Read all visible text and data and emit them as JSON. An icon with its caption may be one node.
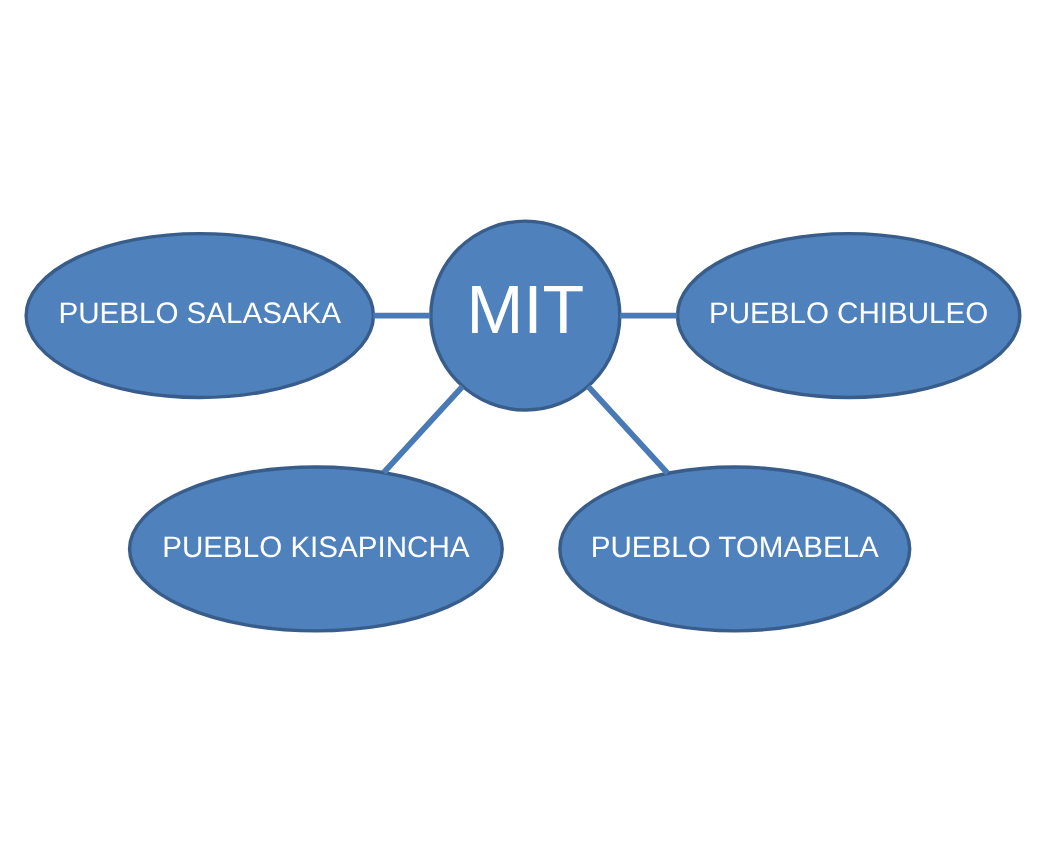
{
  "diagram": {
    "nodes": [
      {
        "text": [
          "PUEBLO KISAPINCHA"
        ]
      },
      {
        "text": [
          "PUEBLO SALASAKA"
        ]
      },
      {
        "text": [
          "MIT"
        ]
      },
      {
        "text": [
          "PUEBLO CHIBULEO"
        ]
      },
      {
        "text": [
          "PUEBLO TOMABELA"
        ]
      }
    ],
    "edges": [
      {
        "from": 2,
        "to": 0,
        "arrow": "none"
      },
      {
        "from": 2,
        "to": 1,
        "arrow": "none"
      },
      {
        "from": 2,
        "to": 3,
        "arrow": "none"
      },
      {
        "from": 2,
        "to": 4,
        "arrow": "none"
      }
    ]
  }
}
